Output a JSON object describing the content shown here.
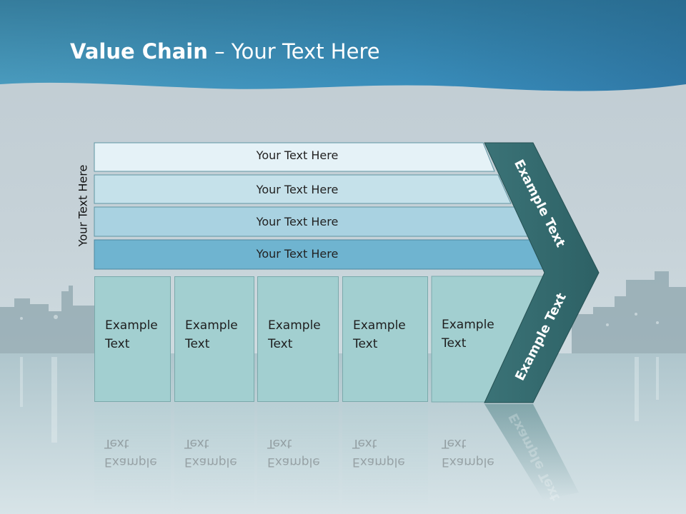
{
  "title": {
    "bold": "Value Chain",
    "rest": " – Your Text Here"
  },
  "side_label": "Your Text Here",
  "rows": [
    "Your Text Here",
    "Your Text Here",
    "Your Text Here",
    "Your Text Here"
  ],
  "cells": [
    {
      "line1": "Example",
      "line2": "Text"
    },
    {
      "line1": "Example",
      "line2": "Text"
    },
    {
      "line1": "Example",
      "line2": "Text"
    },
    {
      "line1": "Example",
      "line2": "Text"
    },
    {
      "line1": "Example",
      "line2": "Text"
    }
  ],
  "arrow": {
    "upper": "Example Text",
    "lower": "Example Text"
  },
  "colors": {
    "header": "#3a8fbd",
    "arrow": "#2d6165",
    "cell": "#a2cfd0",
    "row4": "#6fb4d0"
  }
}
